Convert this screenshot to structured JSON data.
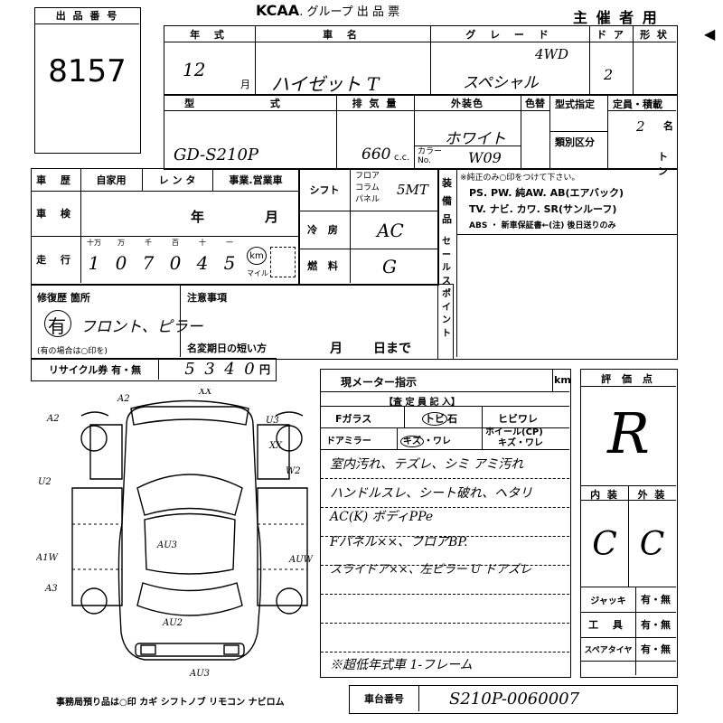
{
  "header": {
    "lot_number_label": "出 品 番 号",
    "lot_number": "8157",
    "logo_text": "KCAA",
    "group_text": ". グループ 出 品 票",
    "organizer": "主 催 者 用"
  },
  "row1": {
    "year_label": "年 式",
    "car_name_label": "車 名",
    "grade_label": "グ レ ー ド",
    "door_label": "ド ア",
    "model_type_label": "形 状",
    "year_value": "12",
    "year_unit": "月",
    "car_name_value": "ハイゼット T",
    "grade_4wd": "4WD",
    "grade_value": "スペシャル",
    "door_value": "2"
  },
  "row2": {
    "model_label": "型 式",
    "displacement_label": "排 気 量",
    "color_label": "外装色",
    "color_swap_label": "色替",
    "type_designation_label": "型式指定",
    "capacity_label": "定員・積載",
    "class_label": "類別区分",
    "model_value": "GD-S210P",
    "displacement_value": "660",
    "cc_unit": "c.c.",
    "color_value": "ホワイト",
    "color_no_label": "カラーNo.",
    "color_no_value": "W09",
    "capacity_value": "2",
    "capacity_unit": "名",
    "ton_unit": "トン"
  },
  "history": {
    "label": "車 歴",
    "options": [
      "自家用",
      "レ ン タ",
      "事業.営業車"
    ],
    "inspection_label": "車 検",
    "inspection_year": "年",
    "inspection_month": "月",
    "mileage_label": "走 行",
    "digit_labels": [
      "十万",
      "万",
      "千",
      "百",
      "十",
      "一"
    ],
    "mileage_digits": [
      "1",
      "0",
      "7",
      "0",
      "4",
      "5"
    ],
    "km_label": "km",
    "mile_label": "マイル",
    "repair_label": "修復歴 箇所",
    "repair_has": "有",
    "repair_value": "フロント、ピラー",
    "repair_note": "(有の場合は○印を)",
    "notes_label": "注意事項",
    "name_change_label": "名変期日の短い方",
    "name_change_month": "月",
    "name_change_day": "日まで",
    "recycle_label": "リサイクル券 有・無",
    "recycle_digits": [
      "5",
      "3",
      "4",
      "0"
    ],
    "recycle_unit": "円"
  },
  "drive": {
    "shift_label": "シフト",
    "shift_options": [
      "フロア",
      "コラム",
      "パネル"
    ],
    "shift_value": "5MT",
    "ac_label": "冷 房",
    "ac_value": "AC",
    "fuel_label": "燃 料",
    "fuel_value": "G",
    "equip_label": "装備品",
    "sales_label": "セールスポイント",
    "equip_note": "※純正のみ○印をつけて下さい。",
    "equip_line1": "PS. PW. 純AW. AB(エアバック)",
    "equip_line2": "TV. ナビ. カワ. SR(サンルーフ)",
    "equip_line3": "ABS ・ 新車保証書←(注) 後日送りのみ"
  },
  "inspector": {
    "meter_label": "現メーター指示",
    "km": "km",
    "title": "【査 定 員 記 入】",
    "row1": [
      "Fガラス",
      "トビ",
      "石",
      "ヒビワレ"
    ],
    "row2": [
      "ドアミラー",
      "キズ",
      "・ワレ",
      "ホイール(CP)",
      "キズ・ワレ"
    ],
    "notes": [
      "室内汚れ、テズレ、シミ アミ汚れ",
      "ハンドルスレ、シート破れ、ヘタリ",
      "AC(K) ボディPPe",
      "Fパネル××、フロアBP.",
      "スライドア××、左ピラー U ドアズレ"
    ],
    "footer_note": "※超低年式車 1-フレーム"
  },
  "grade": {
    "score_label": "評 価 点",
    "score": "R",
    "interior_label": "内 装",
    "exterior_label": "外 装",
    "interior": "C",
    "exterior": "C",
    "jack_label": "ジャッキ",
    "tools_label": "工 具",
    "spare_label": "スペアタイヤ",
    "yes_no": "有・無"
  },
  "diagram": {
    "marks": [
      "A2",
      "A2",
      "XX",
      "U3",
      "XX",
      "U2",
      "W2",
      "AU3",
      "A1W",
      "A3",
      "AUW",
      "AU2",
      "AU3"
    ]
  },
  "footer": {
    "office_note": "事務局預り品は○印 カギ シフトノブ リモコン ナビロム",
    "chassis_label": "車台番号",
    "chassis_value": "S210P-0060007"
  }
}
